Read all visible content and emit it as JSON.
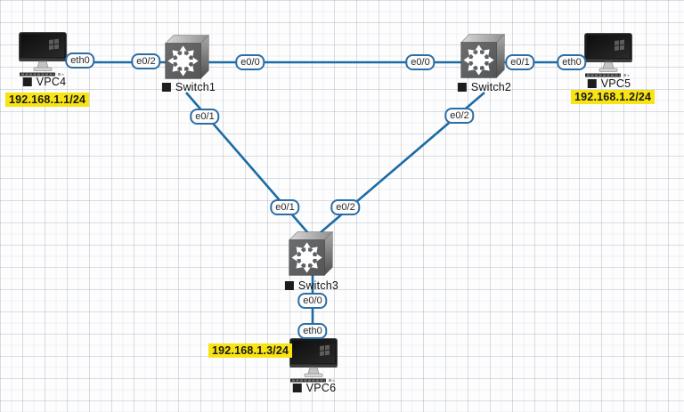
{
  "diagram": {
    "nodes": {
      "vpc4": {
        "label": "VPC4",
        "ip": "192.168.1.1/24"
      },
      "vpc5": {
        "label": "VPC5",
        "ip": "192.168.1.2/24"
      },
      "vpc6": {
        "label": "VPC6",
        "ip": "192.168.1.3/24"
      },
      "switch1": {
        "label": "Switch1"
      },
      "switch2": {
        "label": "Switch2"
      },
      "switch3": {
        "label": "Switch3"
      }
    },
    "port_labels": {
      "vpc4_eth0": "eth0",
      "sw1_e02": "e0/2",
      "sw1_e00": "e0/0",
      "sw2_e00": "e0/0",
      "sw2_e01": "e0/1",
      "vpc5_eth0": "eth0",
      "sw1_e01": "e0/1",
      "sw2_e02": "e0/2",
      "sw3_e01": "e0/1",
      "sw3_e02": "e0/2",
      "sw3_e00": "e0/0",
      "vpc6_eth0": "eth0"
    },
    "links": [
      {
        "from": "VPC4 eth0",
        "to": "Switch1 e0/2"
      },
      {
        "from": "Switch1 e0/0",
        "to": "Switch2 e0/0"
      },
      {
        "from": "Switch2 e0/1",
        "to": "VPC5 eth0"
      },
      {
        "from": "Switch1 e0/1",
        "to": "Switch3 e0/1"
      },
      {
        "from": "Switch2 e0/2",
        "to": "Switch3 e0/2"
      },
      {
        "from": "Switch3 e0/0",
        "to": "VPC6 eth0"
      }
    ],
    "colors": {
      "link": "#1c6ba5",
      "pill_border": "#2d6da4",
      "pill_bg": "#fcfcfc",
      "ip_highlight": "#f8e313",
      "ip_text": "#191919"
    }
  }
}
